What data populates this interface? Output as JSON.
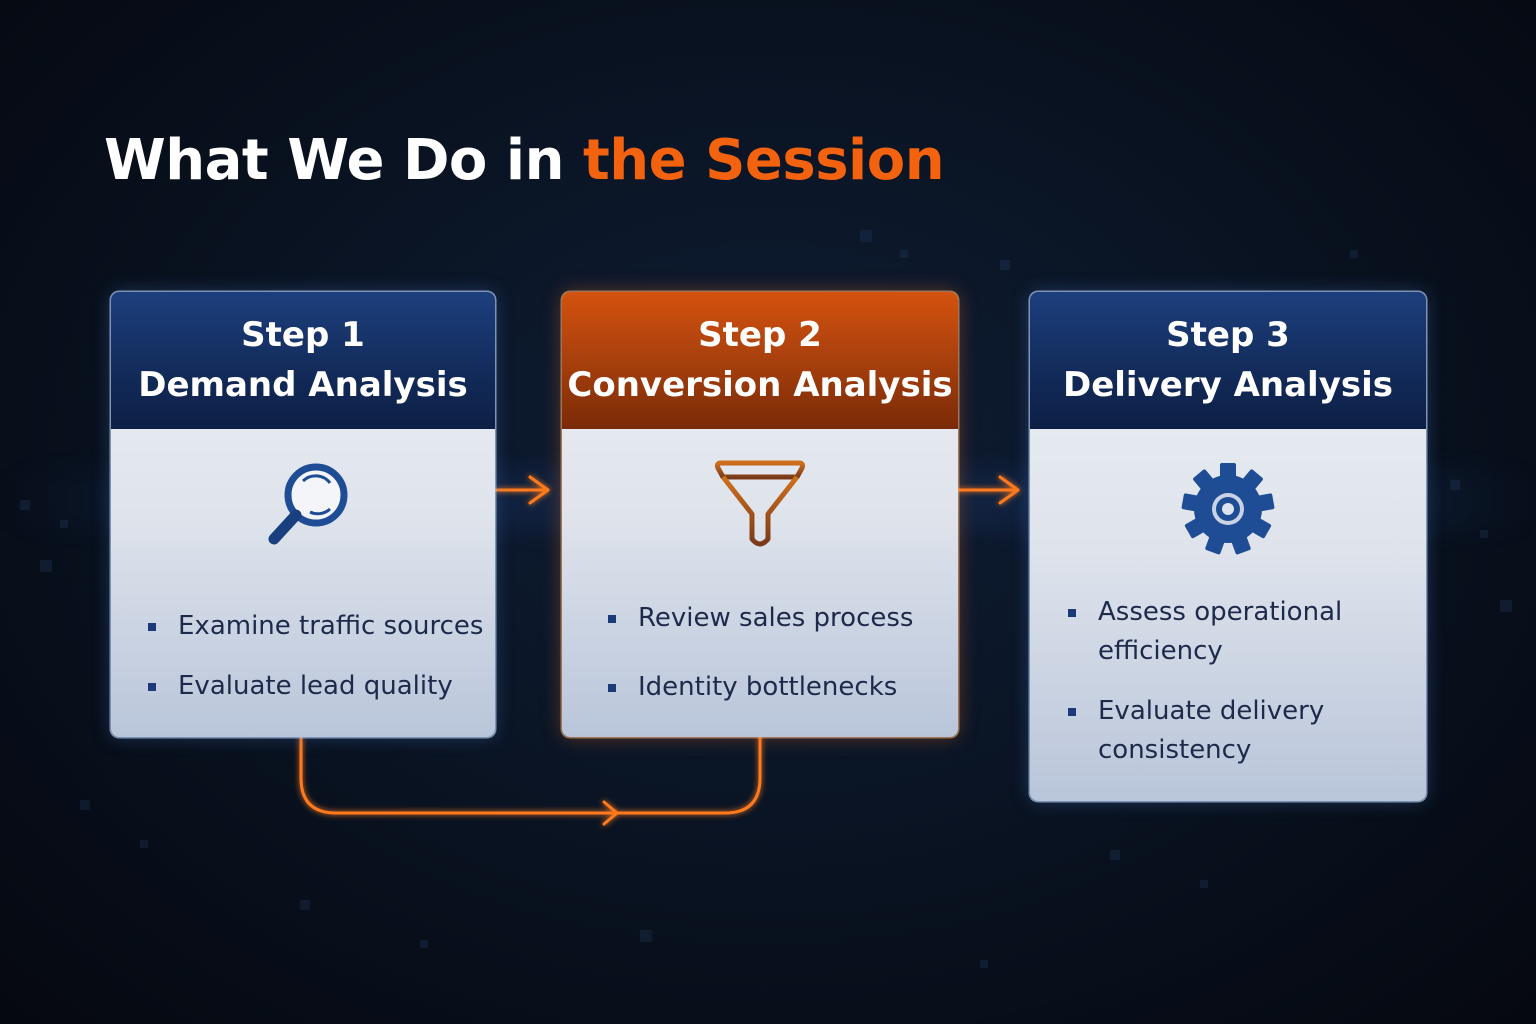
{
  "title": {
    "prefix": "What We Do in ",
    "accent": "the Session",
    "accent_color": "#f2620f"
  },
  "steps": [
    {
      "step": "Step 1",
      "name": "Demand Analysis",
      "header_color": "#132c5c",
      "icon": "magnifying-glass-icon",
      "bullets": [
        "Examine traffic sources",
        "Evaluate lead quality"
      ]
    },
    {
      "step": "Step 2",
      "name": "Conversion Analysis",
      "header_color": "#a8400d",
      "icon": "funnel-icon",
      "bullets": [
        "Review sales process",
        "Identity bottlenecks"
      ]
    },
    {
      "step": "Step 3",
      "name": "Delivery Analysis",
      "header_color": "#132c5c",
      "icon": "gear-icon",
      "bullets": [
        "Assess operational efficiency",
        "Evaluate delivery consistency"
      ]
    }
  ],
  "connectors": {
    "color": "#ff7a1a",
    "arrows": [
      "step1-to-step2",
      "step2-to-step3",
      "step1-to-step2-loop"
    ]
  }
}
